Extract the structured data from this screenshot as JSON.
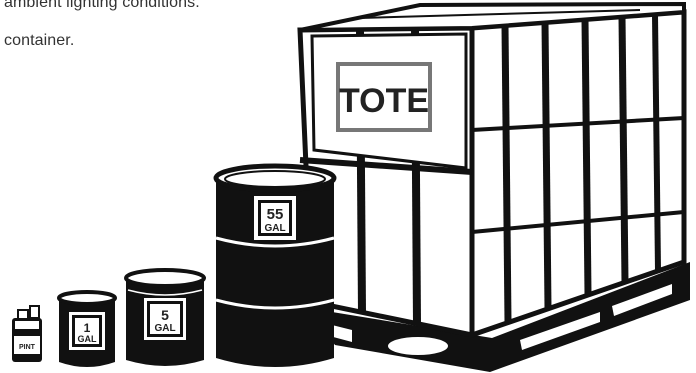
{
  "text": {
    "line1": "ambient lighting conditions.",
    "line2": "container."
  },
  "labels": {
    "tote": "TOTE",
    "drum_number": "55",
    "drum_unit": "GAL",
    "five_number": "5",
    "five_unit": "GAL",
    "one_number": "1",
    "one_unit": "GAL",
    "pint": "PINT"
  },
  "colors": {
    "ink": "#111111",
    "paper": "#ffffff",
    "label_border": "#777777",
    "text": "#333333"
  },
  "icons": [
    "pint-bottle-icon",
    "one-gallon-can-icon",
    "five-gallon-pail-icon",
    "fifty-five-gallon-drum-icon",
    "tote-container-icon"
  ]
}
